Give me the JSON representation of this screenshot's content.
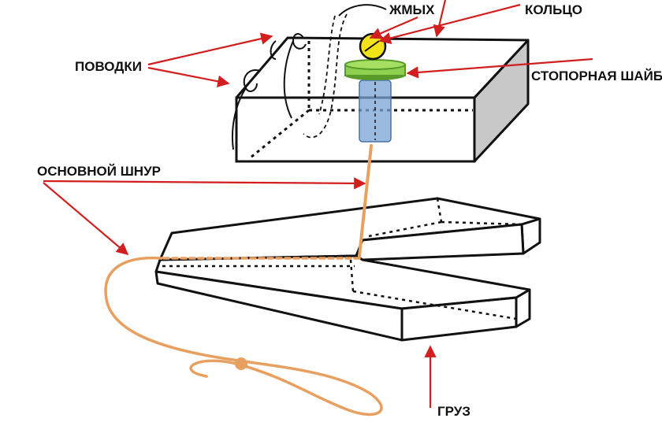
{
  "labels": {
    "leaders": "ПОВОДКИ",
    "cake": "ЖМЫХ",
    "ring": "КОЛЬЦО",
    "stop_washer": "СТОПОРНАЯ ШАЙБА",
    "main_line": "ОСНОВНОЙ ШНУР",
    "weight": "ГРУЗ"
  },
  "colors": {
    "arrow": "#d11f1f",
    "outline": "#111111",
    "block_side": "#c8c8c8",
    "washer": "#8fd14f",
    "washer_edge": "#5a9a2a",
    "ring": "#f2e21a",
    "tube": "#7aa3d6",
    "cord": "#e8a060"
  }
}
